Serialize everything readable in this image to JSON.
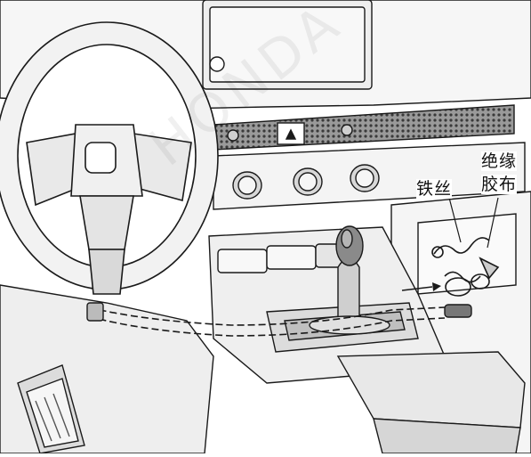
{
  "labels": {
    "wire": "铁丝",
    "tape_line1": "绝缘",
    "tape_line2": "胶布"
  },
  "watermark": "HONDA",
  "colors": {
    "line": "#1a1a1a",
    "panel": "#f2f2f2",
    "shade": "#c9c9c9",
    "dark": "#3a3a3a"
  }
}
